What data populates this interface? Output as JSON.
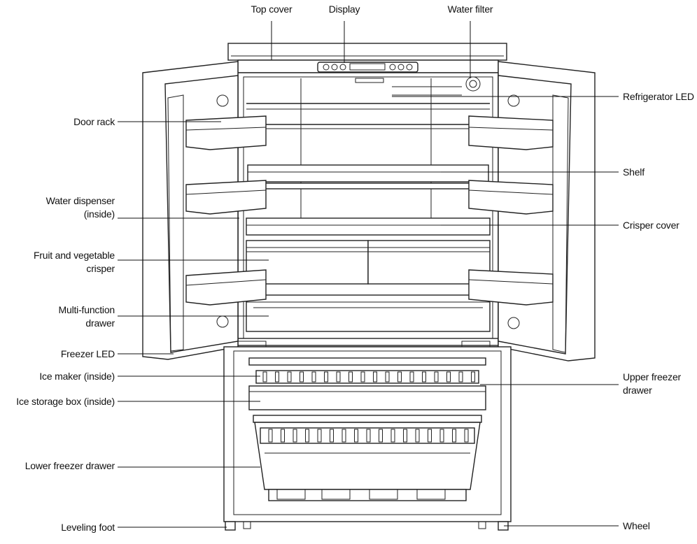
{
  "labels": {
    "top_cover": "Top cover",
    "display": "Display",
    "water_filter": "Water filter",
    "refrigerator_led": "Refrigerator LED",
    "door_rack": "Door rack",
    "shelf": "Shelf",
    "water_dispenser_1": "Water dispenser",
    "water_dispenser_2": "(inside)",
    "crisper_cover": "Crisper cover",
    "fruit_crisper_1": "Fruit and vegetable",
    "fruit_crisper_2": "crisper",
    "multi_function_1": "Multi-function",
    "multi_function_2": "drawer",
    "freezer_led": "Freezer LED",
    "ice_maker": "Ice maker (inside)",
    "upper_freezer_1": "Upper freezer",
    "upper_freezer_2": "drawer",
    "ice_storage": "Ice storage box (inside)",
    "lower_freezer": "Lower freezer drawer",
    "leveling_foot": "Leveling foot",
    "wheel": "Wheel"
  }
}
